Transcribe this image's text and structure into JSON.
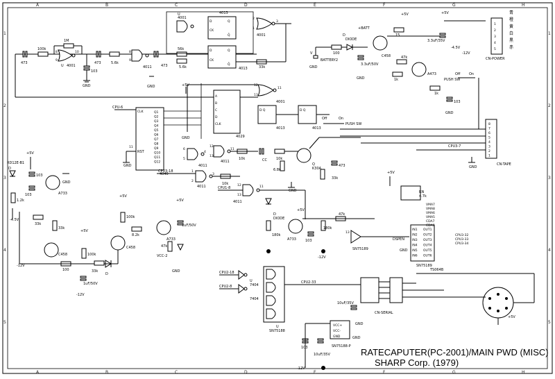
{
  "title_block": {
    "line1": "RATECAPUTER(PC-2001)/MAIN PWD (MISC)",
    "line2": "SHARP Corp. (1979)"
  },
  "border": {
    "columns": [
      "A",
      "B",
      "C",
      "D",
      "E",
      "F",
      "G",
      "H"
    ],
    "rows": [
      "1",
      "2",
      "3",
      "4",
      "5"
    ]
  },
  "connectors": {
    "power": {
      "name": "CN-POWER",
      "pins": [
        "1",
        "2",
        "3",
        "4",
        "5"
      ],
      "wire_colors": [
        "青",
        "橙",
        "黄",
        "白",
        "黒",
        "赤"
      ]
    },
    "tape": {
      "name": "CN-TAPE",
      "pins": [
        "1",
        "2",
        "3",
        "4",
        "5",
        "6",
        "7",
        "8"
      ]
    },
    "serial": {
      "name": "CN-SERIAL"
    }
  },
  "ics": {
    "u4001a": {
      "name": "4001"
    },
    "u4001b": {
      "name": "4011"
    },
    "u4001c": {
      "name": "4001"
    },
    "u4013a": {
      "name": "4013"
    },
    "u4013b": {
      "name": "4013"
    },
    "u4013c": {
      "name": "4013"
    },
    "u4013d": {
      "name": "4013"
    },
    "u4029": {
      "name": "4029"
    },
    "u4040": {
      "name": "4040",
      "pin_labels": [
        "Q1",
        "Q2",
        "Q3",
        "Q4",
        "Q5",
        "Q6",
        "Q7",
        "Q8",
        "Q9",
        "Q10",
        "Q11",
        "Q12",
        "CLK",
        "RST"
      ]
    },
    "u4011a": {
      "name": "4011"
    },
    "u4011b": {
      "name": "4011"
    },
    "u4011c": {
      "name": "4011"
    },
    "u7404a": {
      "name": "7404"
    },
    "u7404b": {
      "name": "7404"
    },
    "u75188": {
      "name": "SN75188"
    },
    "u75188p": {
      "name": "SN75188-P",
      "pins": [
        "VCC+",
        "VCC-",
        "GND"
      ]
    },
    "u75189": {
      "name": "SN75189"
    },
    "u75189b": {
      "name": "SN75189",
      "inputs": [
        "IN1",
        "IN2",
        "IN3",
        "IN4",
        "IN5",
        "IN6"
      ],
      "outputs": [
        "OUT1",
        "OUT2",
        "OUT3",
        "OUT4",
        "OUT5",
        "OUT6"
      ]
    },
    "ts064b": {
      "name": "TS064B"
    },
    "rn": {
      "name": "RN",
      "value": "4.7k"
    }
  },
  "signals": {
    "cpu6": "CPU-6",
    "cpu3_18": "CPU3-18",
    "cpu1_8": "CPU1-8",
    "cpu2_18": "CPU2-18",
    "cpu2_8": "CPU2-8",
    "cpu2_33": "CPU2-33",
    "cpu3_7": "CPU3-7",
    "cpu3_32": "CPU3-32",
    "cpu3_33": "CPU3-33",
    "cpu3_34": "CPU3-34",
    "dspen": "DSPEN",
    "vma": [
      "VMA7",
      "VMA8",
      "VMA6",
      "VMA5",
      "CDA7",
      "CDA6"
    ],
    "vcc2": "VCC-2",
    "rst": "RST",
    "plus5v": "+5V",
    "minus12v": "-12V",
    "minus45v": "-4.5V",
    "batt": "+BATT",
    "gnd": "GND",
    "battery2": "BATTERY2",
    "clk": "CLK"
  },
  "components": {
    "r_100k_a": "100k",
    "r_1m": "1M",
    "r_5k6_a": "5.6k",
    "r_5k6_b": "5.6k",
    "r_56k": "56k",
    "r_33k_a": "33k",
    "r_15": "15",
    "r_100": "100",
    "r_47k_a": "47k",
    "r_1k_a": "1k",
    "r_1k_b": "1k",
    "r_10k_a": "10k",
    "r_10k_b": "10k",
    "r_10k_c": "10k",
    "r_6k8": "6.8k",
    "r_33k_b": "33k",
    "r_1k2": "1.2k",
    "r_33k_c": "33k",
    "r_33k_d": "33k",
    "r_100k_b": "100k",
    "r_100k_c": "100k",
    "r_8k2": "8.2k",
    "r_47k_b": "47k",
    "r_180k_a": "180k",
    "r_180k_b": "180k",
    "r_33k_e": "33k",
    "r_100_b": "100",
    "r_47k_c": "47k",
    "c_473_a": "473",
    "c_103_a": "103",
    "c_473_b": "473",
    "c_473_c": "473",
    "c_cc": "CC",
    "c_473_d": "473",
    "c_103_b": "103",
    "c_103_c": "103",
    "c_103_d": "103",
    "c_3u3": "3.3uF/35V",
    "c_3u3b": "3.3uF/50V",
    "c_1u50": "1uF/50V",
    "c_1u50b": "1uF/50V",
    "c_10u35": "10uF/35V",
    "c_10u35b": "10uF/35V",
    "c_103_e": "103",
    "c_103_f": "103",
    "q_c458_a": "C458",
    "q_a473": "A473",
    "q_k30a": "K30A",
    "q_a733_a": "A733",
    "q_c458_b": "C458",
    "q_c458_c": "C458",
    "q_a733_b": "A733",
    "q_a733_c": "A733",
    "d_rd12e": "RD12E-B1",
    "diode_a": "DIODE",
    "diode_b": "DIODE",
    "push_sw_a": "PUSH SW",
    "push_sw_b": "PUSH SW",
    "off": "Off",
    "on": "On"
  }
}
